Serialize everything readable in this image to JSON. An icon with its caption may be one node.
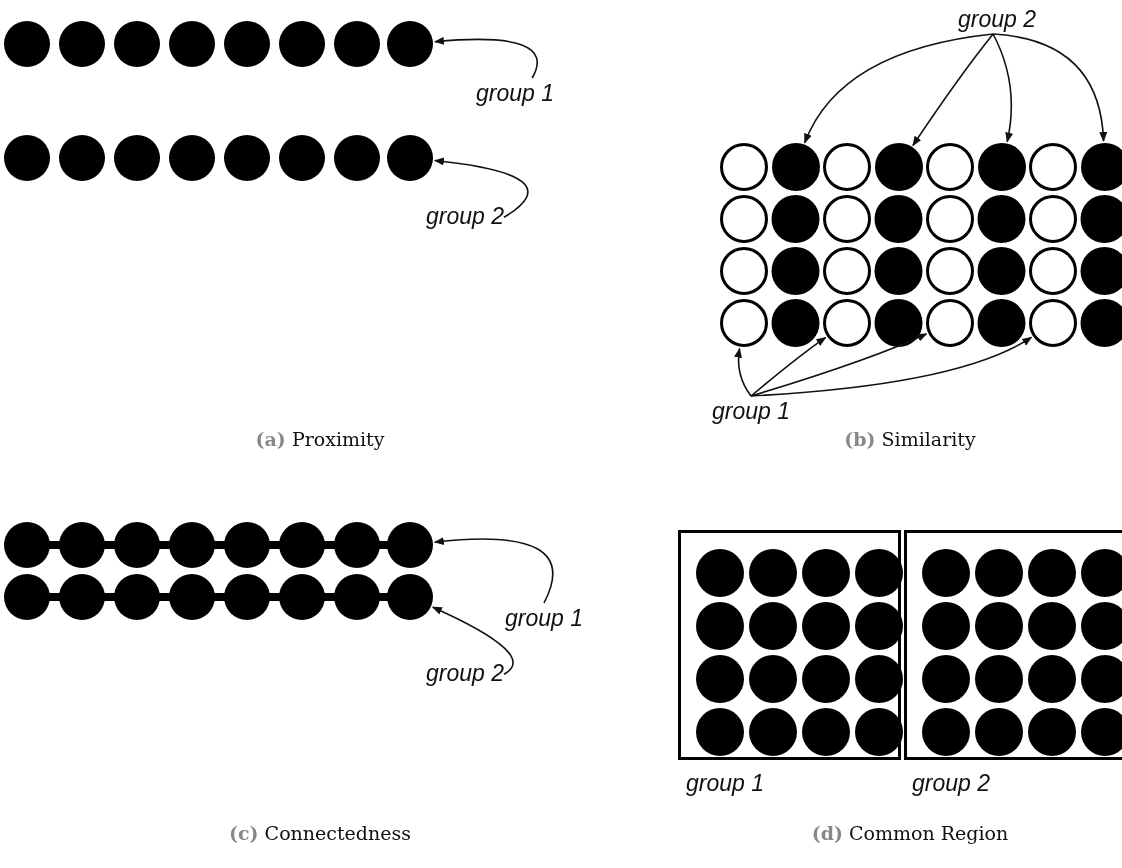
{
  "diagram": {
    "nodes": [
      {
        "text": [
          "group 1"
        ]
      },
      {
        "text": [],
        "shape": "circle"
      },
      {
        "text": [
          "group 2"
        ]
      },
      {
        "text": [],
        "shape": "circle"
      },
      {
        "text": [
          "group 2"
        ]
      },
      {
        "text": [],
        "shape": "circle"
      },
      {
        "text": [],
        "shape": "circle"
      },
      {
        "text": [],
        "shape": "circle"
      },
      {
        "text": [],
        "shape": "circle"
      },
      {
        "text": [
          "group 1"
        ]
      },
      {
        "text": [],
        "shape": "circle"
      },
      {
        "text": [],
        "shape": "circle"
      },
      {
        "text": [],
        "shape": "circle"
      },
      {
        "text": [],
        "shape": "circle"
      },
      {
        "text": [
          "group 1"
        ]
      },
      {
        "text": [],
        "shape": "circle"
      },
      {
        "text": [
          "group 2"
        ]
      },
      {
        "text": [],
        "shape": "circle"
      },
      {
        "text": [
          "group 1"
        ]
      },
      {
        "text": [
          "group 2"
        ]
      }
    ],
    "edges": [
      {
        "from": 0,
        "to": 1,
        "arrow": "to"
      },
      {
        "from": 2,
        "to": 3,
        "arrow": "to"
      },
      {
        "from": 4,
        "to": 5,
        "arrow": "to"
      },
      {
        "from": 4,
        "to": 6,
        "arrow": "to"
      },
      {
        "from": 4,
        "to": 7,
        "arrow": "to"
      },
      {
        "from": 4,
        "to": 8,
        "arrow": "to"
      },
      {
        "from": 9,
        "to": 10,
        "arrow": "to"
      },
      {
        "from": 9,
        "to": 11,
        "arrow": "to"
      },
      {
        "from": 9,
        "to": 12,
        "arrow": "to"
      },
      {
        "from": 9,
        "to": 13,
        "arrow": "to"
      },
      {
        "from": 14,
        "to": 15,
        "arrow": "to"
      },
      {
        "from": 16,
        "to": 17,
        "arrow": "to"
      }
    ],
    "labels": [
      "**(a)** Proximity",
      "**(b)** Similarity",
      "**(c)** Connectedness",
      "**(d)** Common Region"
    ]
  }
}
